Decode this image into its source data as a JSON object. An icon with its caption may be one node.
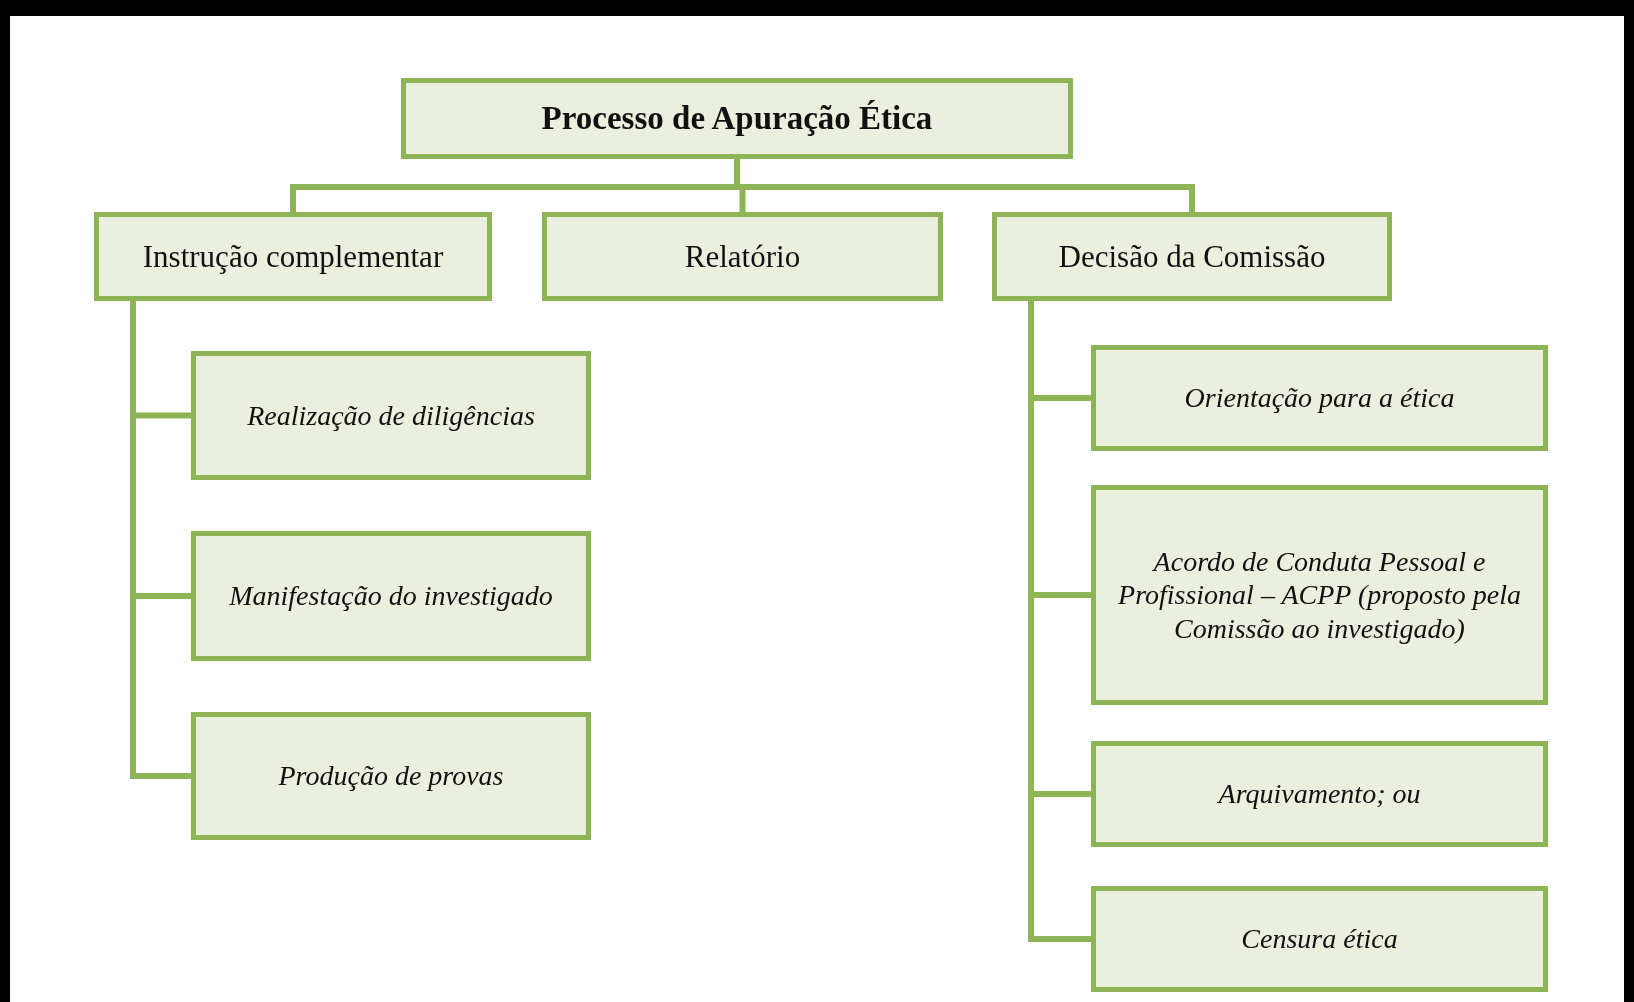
{
  "diagram": {
    "nodes": [
      {
        "text": [
          "Processo de Apuração Ética"
        ]
      },
      {
        "text": [
          "Instrução complementar"
        ]
      },
      {
        "text": [
          "Relatório"
        ]
      },
      {
        "text": [
          "Decisão da Comissão"
        ]
      },
      {
        "text": [
          "Realização de diligências"
        ]
      },
      {
        "text": [
          "Manifestação do investigado"
        ]
      },
      {
        "text": [
          "Produção de provas"
        ]
      },
      {
        "text": [
          "Orientação para a ética"
        ]
      },
      {
        "text": [
          "Acordo de Conduta Pessoal e Profissional – ACPP (proposto pela Comissão ao investigado)"
        ]
      },
      {
        "text": [
          "Arquivamento; ou"
        ]
      },
      {
        "text": [
          "Censura ética"
        ]
      }
    ],
    "edges": [
      {
        "from": 0,
        "to": 1,
        "arrow": "none"
      },
      {
        "from": 0,
        "to": 2,
        "arrow": "none"
      },
      {
        "from": 0,
        "to": 3,
        "arrow": "none"
      },
      {
        "from": 1,
        "to": 4,
        "arrow": "none"
      },
      {
        "from": 1,
        "to": 5,
        "arrow": "none"
      },
      {
        "from": 1,
        "to": 6,
        "arrow": "none"
      },
      {
        "from": 3,
        "to": 7,
        "arrow": "none"
      },
      {
        "from": 3,
        "to": 8,
        "arrow": "none"
      },
      {
        "from": 3,
        "to": 9,
        "arrow": "none"
      },
      {
        "from": 3,
        "to": 10,
        "arrow": "none"
      }
    ]
  }
}
